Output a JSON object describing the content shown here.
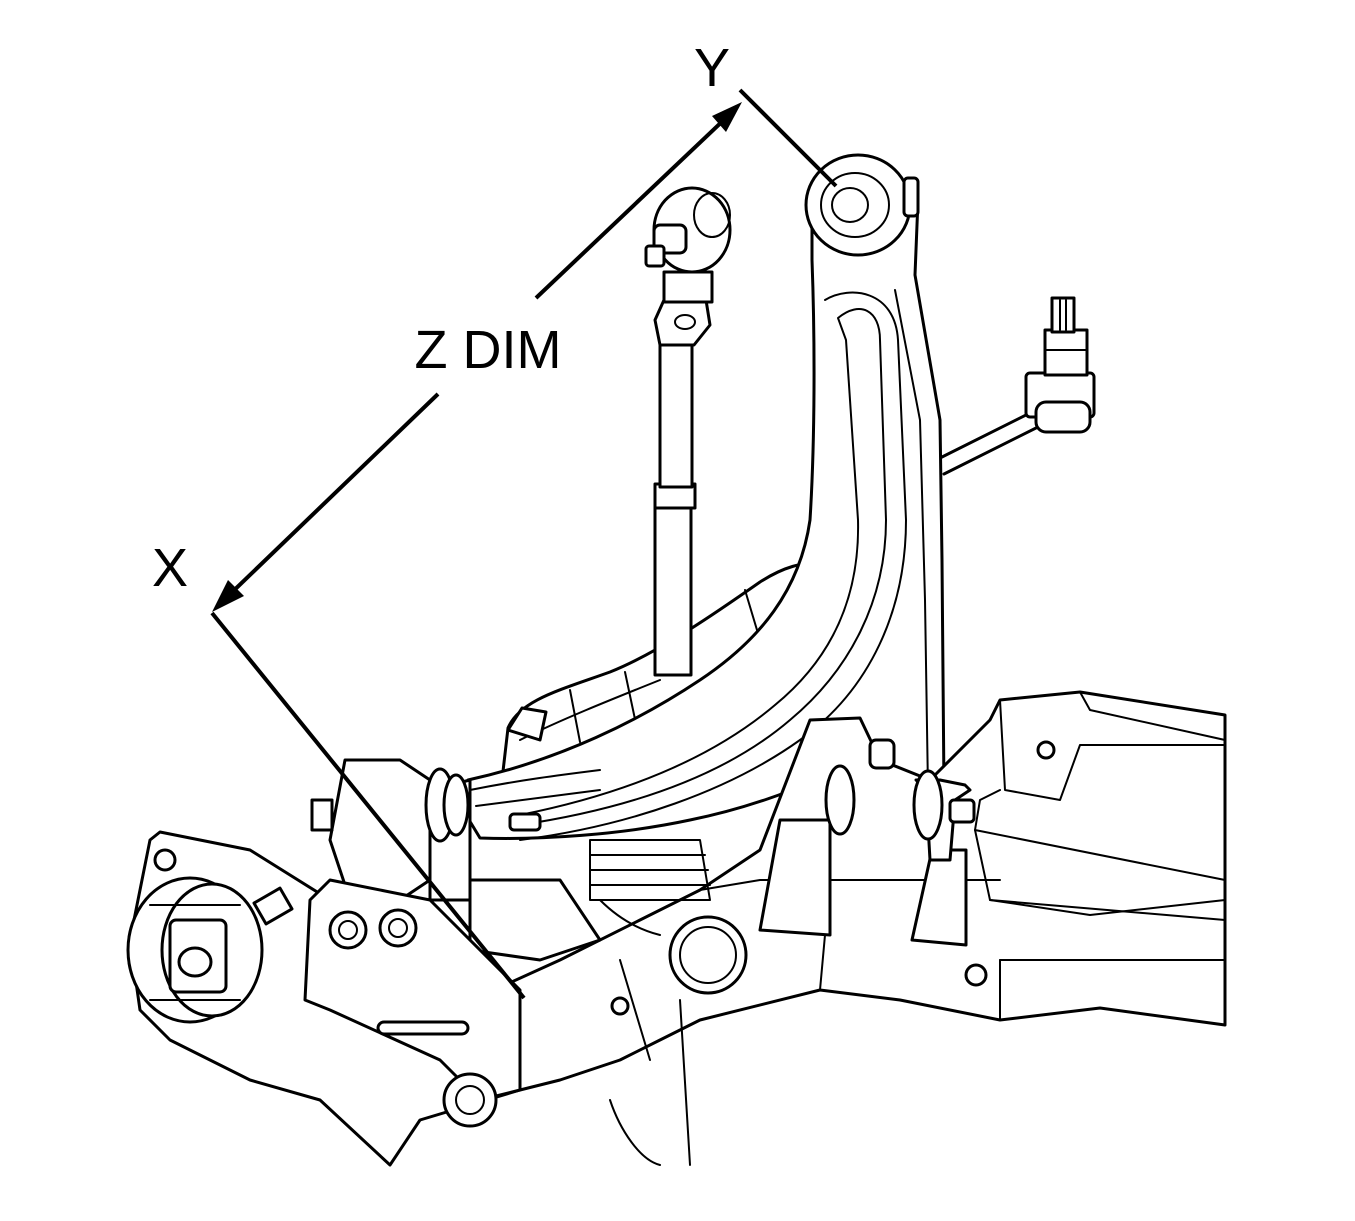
{
  "labels": {
    "x": "X",
    "y": "Y",
    "z": "Z DIM"
  }
}
